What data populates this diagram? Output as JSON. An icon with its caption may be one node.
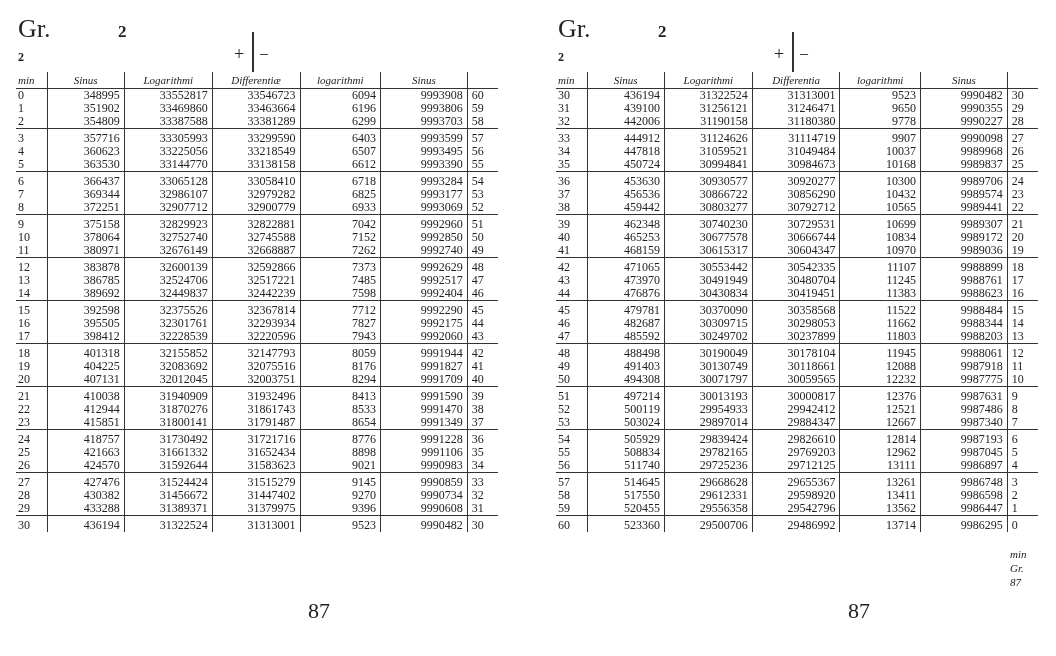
{
  "diagram": {
    "labels": [
      "Gr.",
      "2",
      "+",
      "–",
      "2",
      "min",
      "Sinus",
      "Logarithmi",
      "Differentiæ",
      "logarithmi",
      "Sinus",
      "0",
      "348995",
      "33552817",
      "33546723",
      "6094",
      "9993908",
      "60",
      "1",
      "351902",
      "33469860",
      "33463664",
      "6196",
      "9993806",
      "59",
      "2",
      "354809",
      "33387588",
      "33381289",
      "6299",
      "9993703",
      "58",
      "3",
      "357716",
      "33305993",
      "33299590",
      "6403",
      "9993599",
      "57",
      "4",
      "360623",
      "33225056",
      "33218549",
      "6507",
      "9993495",
      "56",
      "5",
      "363530",
      "33144770",
      "33138158",
      "6612",
      "9993390",
      "55",
      "6",
      "366437",
      "33065128",
      "33058410",
      "6718",
      "9993284",
      "54",
      "7",
      "369344",
      "32986107",
      "32979282",
      "6825",
      "9993177",
      "53",
      "8",
      "372251",
      "32907712",
      "32900779",
      "6933",
      "9993069",
      "52",
      "9",
      "375158",
      "32829923",
      "32822881",
      "7042",
      "9992960",
      "51",
      "10",
      "378064",
      "32752740",
      "32745588",
      "7152",
      "9992850",
      "50",
      "11",
      "380971",
      "32676149",
      "32668887",
      "7262",
      "9992740",
      "49",
      "12",
      "383878",
      "32600139",
      "32592866",
      "7373",
      "9992629",
      "48",
      "13",
      "386785",
      "32524706",
      "32517221",
      "7485",
      "9992517",
      "47",
      "14",
      "389692",
      "32449837",
      "32442239",
      "7598",
      "9992404",
      "46",
      "15",
      "392598",
      "32375526",
      "32367814",
      "7712",
      "9992290",
      "45",
      "16",
      "395505",
      "32301761",
      "32293934",
      "7827",
      "9992175",
      "44",
      "17",
      "398412",
      "32228539",
      "32220596",
      "7943",
      "9992060",
      "43",
      "18",
      "401318",
      "32155852",
      "32147793",
      "8059",
      "9991944",
      "42",
      "19",
      "404225",
      "32083692",
      "32075516",
      "8176",
      "9991827",
      "41",
      "20",
      "407131",
      "32012045",
      "32003751",
      "8294",
      "9991709",
      "40",
      "21",
      "410038",
      "31940909",
      "31932496",
      "8413",
      "9991590",
      "39",
      "22",
      "412944",
      "31870276",
      "31861743",
      "8533",
      "9991470",
      "38",
      "23",
      "415851",
      "31800141",
      "31791487",
      "8654",
      "9991349",
      "37",
      "24",
      "418757",
      "31730492",
      "31721716",
      "8776",
      "9991228",
      "36",
      "25",
      "421663",
      "31661332",
      "31652434",
      "8898",
      "9991106",
      "35",
      "26",
      "424570",
      "31592644",
      "31583623",
      "9021",
      "9990983",
      "34",
      "27",
      "427476",
      "31524424",
      "31515279",
      "9145",
      "9990859",
      "33",
      "28",
      "430382",
      "31456672",
      "31447402",
      "9270",
      "9990734",
      "32",
      "29",
      "433288",
      "31389371",
      "31379975",
      "9396",
      "9990608",
      "31",
      "30",
      "436194",
      "31322524",
      "31313001",
      "9523",
      "9990482",
      "30",
      "87",
      "Gr.",
      "2",
      "+",
      "–",
      "2",
      "min",
      "Sinus",
      "Logarithmi",
      "Differentia",
      "logarithmi",
      "Sinus",
      "30",
      "436194",
      "31322524",
      "31313001",
      "9523",
      "9990482",
      "30",
      "31",
      "439100",
      "31256121",
      "31246471",
      "9650",
      "9990355",
      "29",
      "32",
      "442006",
      "31190158",
      "31180380",
      "9778",
      "9990227",
      "28",
      "33",
      "444912",
      "31124626",
      "31114719",
      "9907",
      "9990098",
      "27",
      "34",
      "447818",
      "31059521",
      "31049484",
      "10037",
      "9989968",
      "26",
      "35",
      "450724",
      "30994841",
      "30984673",
      "10168",
      "9989837",
      "25",
      "36",
      "453630",
      "30930577",
      "30920277",
      "10300",
      "9989706",
      "24",
      "37",
      "456536",
      "30866722",
      "30856290",
      "10432",
      "9989574",
      "23",
      "38",
      "459442",
      "30803277",
      "30792712",
      "10565",
      "9989441",
      "22",
      "39",
      "462348",
      "30740230",
      "30729531",
      "10699",
      "9989307",
      "21",
      "40",
      "465253",
      "30677578",
      "30666744",
      "10834",
      "9989172",
      "20",
      "41",
      "468159",
      "30615317",
      "30604347",
      "10970",
      "9989036",
      "19",
      "42",
      "471065",
      "30553442",
      "30542335",
      "11107",
      "9988899",
      "18",
      "43",
      "473970",
      "30491949",
      "30480704",
      "11245",
      "9988761",
      "17",
      "44",
      "476876",
      "30430834",
      "30419451",
      "11383",
      "9988623",
      "16",
      "45",
      "479781",
      "30370090",
      "30358568",
      "11522",
      "9988484",
      "15",
      "46",
      "482687",
      "30309715",
      "30298053",
      "11662",
      "9988344",
      "14",
      "47",
      "485592",
      "30249702",
      "30237899",
      "11803",
      "9988203",
      "13",
      "48",
      "488498",
      "30190049",
      "30178104",
      "11945",
      "9988061",
      "12",
      "49",
      "491403",
      "30130749",
      "30118661",
      "12088",
      "9987918",
      "11",
      "50",
      "494308",
      "30071797",
      "30059565",
      "12232",
      "9987775",
      "10",
      "51",
      "497214",
      "30013193",
      "30000817",
      "12376",
      "9987631",
      "9",
      "52",
      "500119",
      "29954933",
      "29942412",
      "12521",
      "9987486",
      "8",
      "53",
      "503024",
      "29897014",
      "29884347",
      "12667",
      "9987340",
      "7",
      "54",
      "505929",
      "29839424",
      "29826610",
      "12814",
      "9987193",
      "6",
      "55",
      "508834",
      "29782165",
      "29769203",
      "12962",
      "9987045",
      "5",
      "56",
      "511740",
      "29725236",
      "29712125",
      "13111",
      "9986897",
      "4",
      "57",
      "514645",
      "29668628",
      "29655367",
      "13261",
      "9986748",
      "3",
      "58",
      "517550",
      "29612331",
      "29598920",
      "13411",
      "9986598",
      "2",
      "59",
      "520455",
      "29556358",
      "29542796",
      "13562",
      "9986447",
      "1",
      "60",
      "523360",
      "29500706",
      "29486992",
      "13714",
      "9986295",
      "0",
      "min",
      "Gr.",
      "87",
      "87"
    ]
  }
}
